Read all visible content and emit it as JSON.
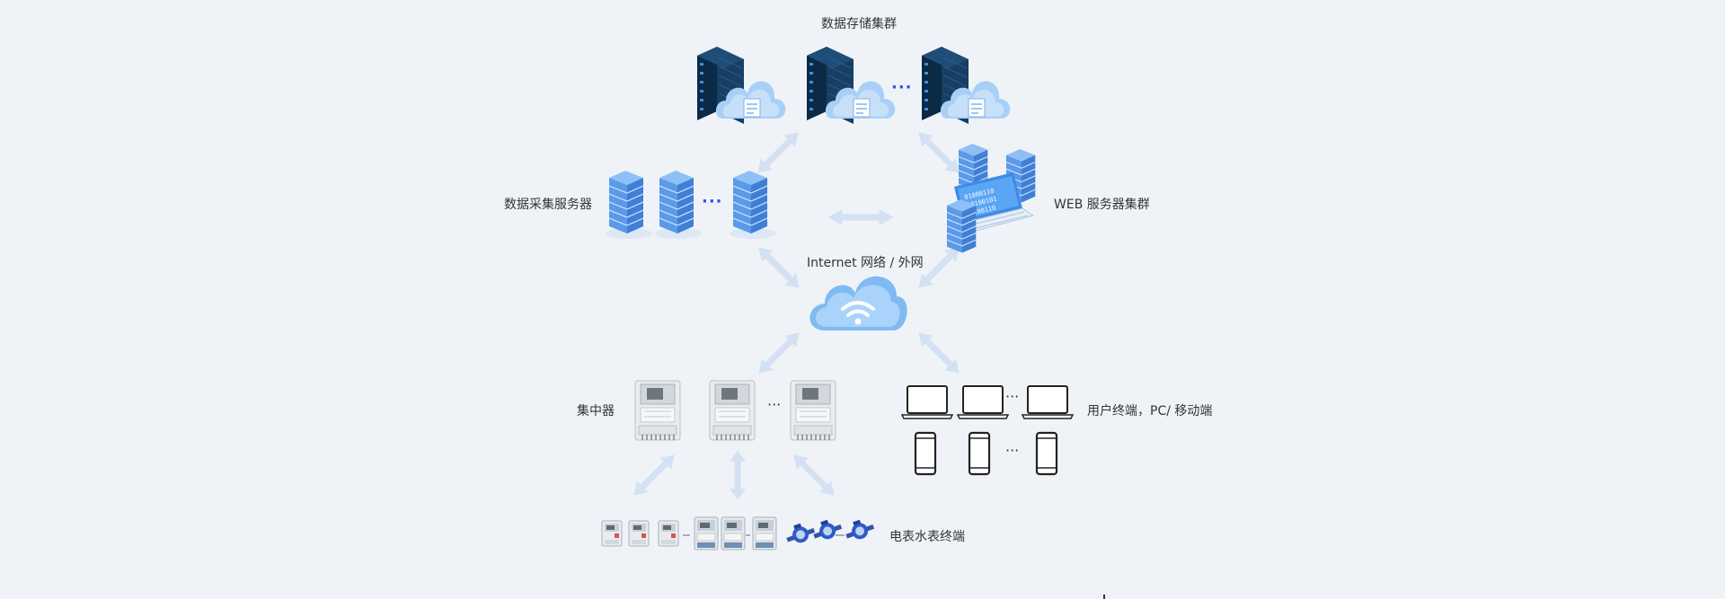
{
  "labels": {
    "storage_cluster": "数据存储集群",
    "collection_servers": "数据采集服务器",
    "web_cluster": "WEB 服务器集群",
    "internet": "Internet 网络 / 外网",
    "concentrator": "集中器",
    "user_terminals": "用户终端，PC/ 移动端",
    "meter_terminals": "电表水表终端"
  },
  "ellipsis": "···",
  "colors": {
    "background": "#eff3f7",
    "server_dark": "#0f3a5c",
    "server_light": "#5a9ae8",
    "cloud": "#a8d0f6",
    "arrow": "#d3e1f3",
    "accent_dots": "#2a54e6"
  }
}
